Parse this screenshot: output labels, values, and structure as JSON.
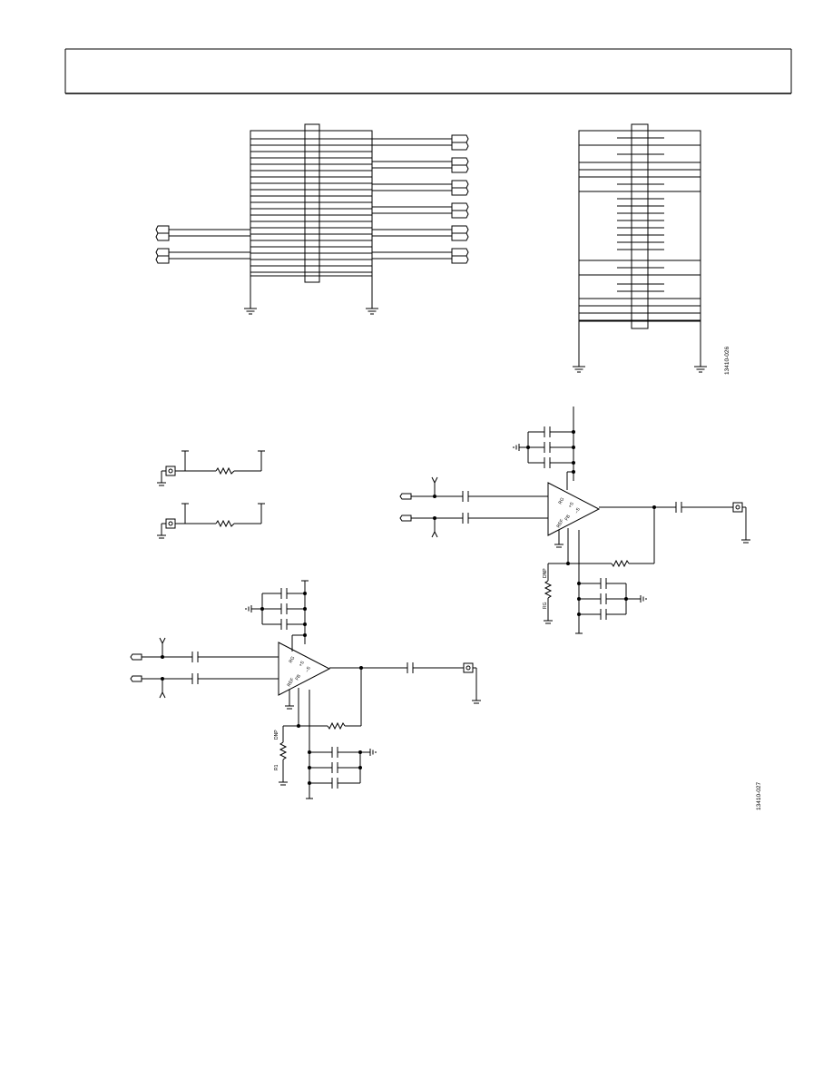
{
  "figures": {
    "fig_026": "13410-026",
    "fig_027": "13410-027"
  },
  "amp_right": {
    "pins": {
      "rg": "RG",
      "plus_s": "+S",
      "minus_s": "–S",
      "ref": "REF",
      "fb": "FB"
    },
    "rg_label": "RG",
    "dnp_label": "DNP"
  },
  "amp_left": {
    "pins": {
      "rg": "RG",
      "plus_s": "+S",
      "minus_s": "–S",
      "ref": "REF",
      "fb": "FB"
    },
    "rg_label": "R1",
    "dnp_label": "DNP"
  }
}
